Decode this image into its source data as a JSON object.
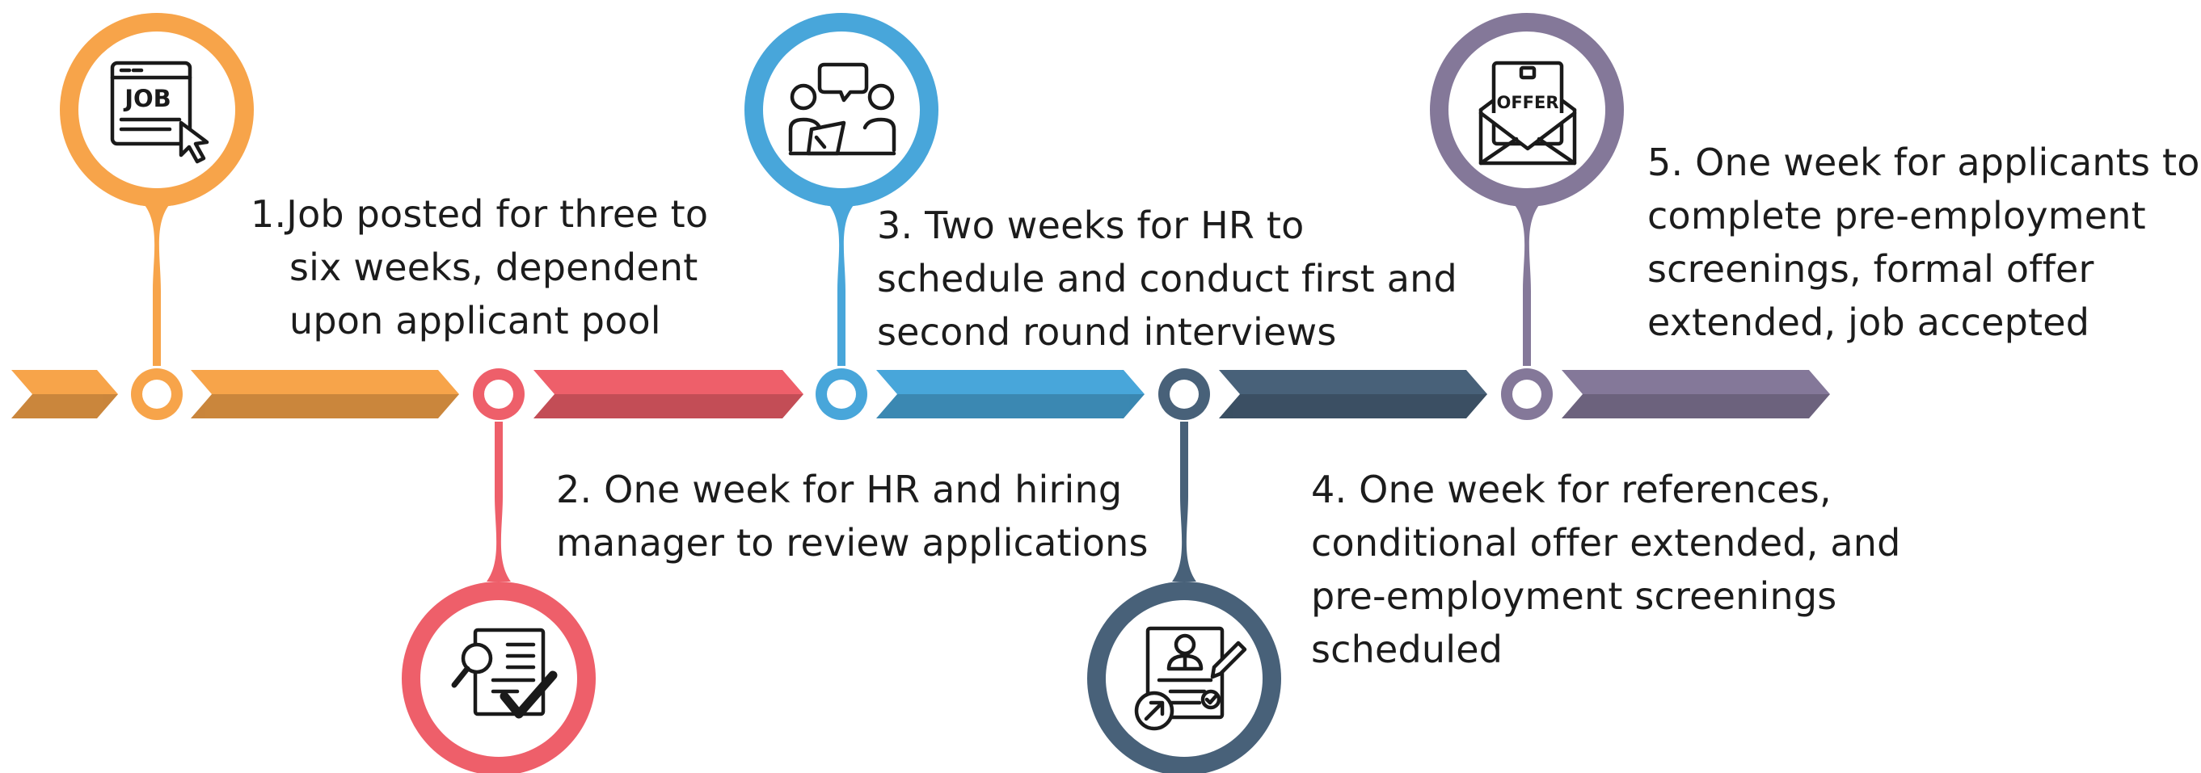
{
  "colors": {
    "orange": "#F7A44A",
    "red": "#EE5F6A",
    "blue": "#48A6DA",
    "navy": "#486179",
    "purple": "#847899",
    "icon_stroke": "#1a1a1a",
    "text": "#1c1c1c"
  },
  "steps": [
    {
      "number": "1.",
      "lines": [
        "Job posted for three to",
        "six weeks, dependent",
        "upon applicant pool"
      ],
      "icon_name": "job-posting-icon",
      "icon_text": "JOB",
      "color": "#F7A44A"
    },
    {
      "number": "2.",
      "lines": [
        "One week for HR and hiring",
        "manager to review applications"
      ],
      "icon_name": "application-review-icon",
      "color": "#EE5F6A"
    },
    {
      "number": "3.",
      "lines": [
        "Two weeks for HR to",
        "schedule and conduct first and",
        "second round interviews"
      ],
      "icon_name": "interview-icon",
      "color": "#48A6DA"
    },
    {
      "number": "4.",
      "lines": [
        "One week for references,",
        "conditional offer extended, and",
        "pre-employment screenings",
        "scheduled"
      ],
      "icon_name": "reference-check-icon",
      "color": "#486179"
    },
    {
      "number": "5.",
      "lines": [
        "One week for applicants to",
        "complete pre-employment",
        "screenings, formal offer",
        "extended, job accepted"
      ],
      "icon_name": "offer-letter-icon",
      "icon_text": "OFFER",
      "color": "#847899"
    }
  ]
}
